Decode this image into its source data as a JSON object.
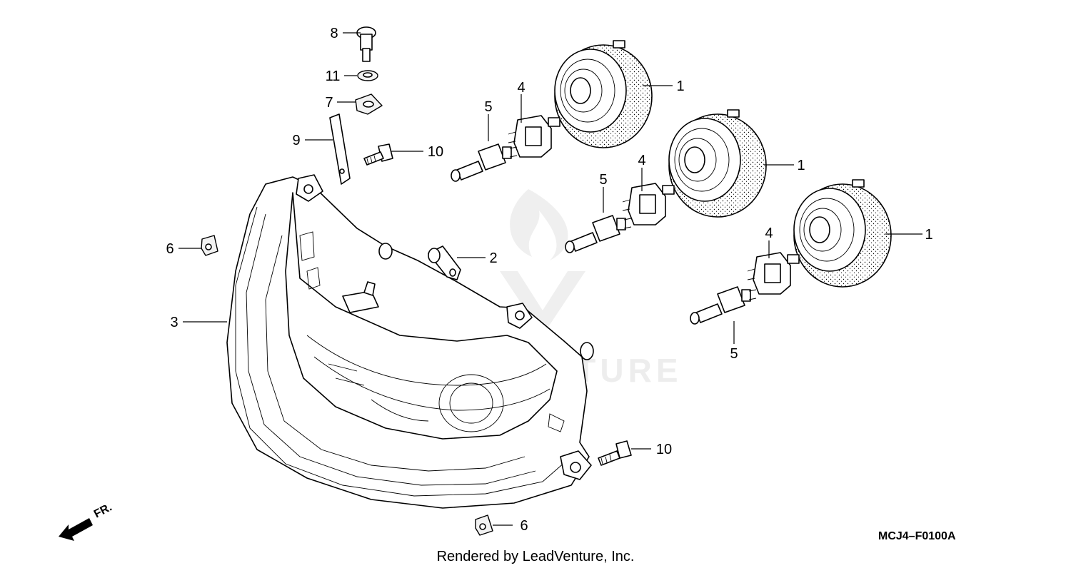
{
  "diagram": {
    "callouts": [
      {
        "id": "c8",
        "label": "8"
      },
      {
        "id": "c11",
        "label": "11"
      },
      {
        "id": "c7",
        "label": "7"
      },
      {
        "id": "c9",
        "label": "9"
      },
      {
        "id": "c10a",
        "label": "10"
      },
      {
        "id": "c6a",
        "label": "6"
      },
      {
        "id": "c3",
        "label": "3"
      },
      {
        "id": "c2",
        "label": "2"
      },
      {
        "id": "c5a",
        "label": "5"
      },
      {
        "id": "c4a",
        "label": "4"
      },
      {
        "id": "c1a",
        "label": "1"
      },
      {
        "id": "c1b",
        "label": "1"
      },
      {
        "id": "c4b",
        "label": "4"
      },
      {
        "id": "c5b",
        "label": "5"
      },
      {
        "id": "c1c",
        "label": "1"
      },
      {
        "id": "c4c",
        "label": "4"
      },
      {
        "id": "c5c",
        "label": "5"
      },
      {
        "id": "c10b",
        "label": "10"
      },
      {
        "id": "c6b",
        "label": "6"
      }
    ],
    "front_arrow_label": "FR.",
    "reference_code": "MCJ4–F0100A",
    "credit": "Rendered by LeadVenture, Inc.",
    "watermark": "LEADVENTURE"
  }
}
